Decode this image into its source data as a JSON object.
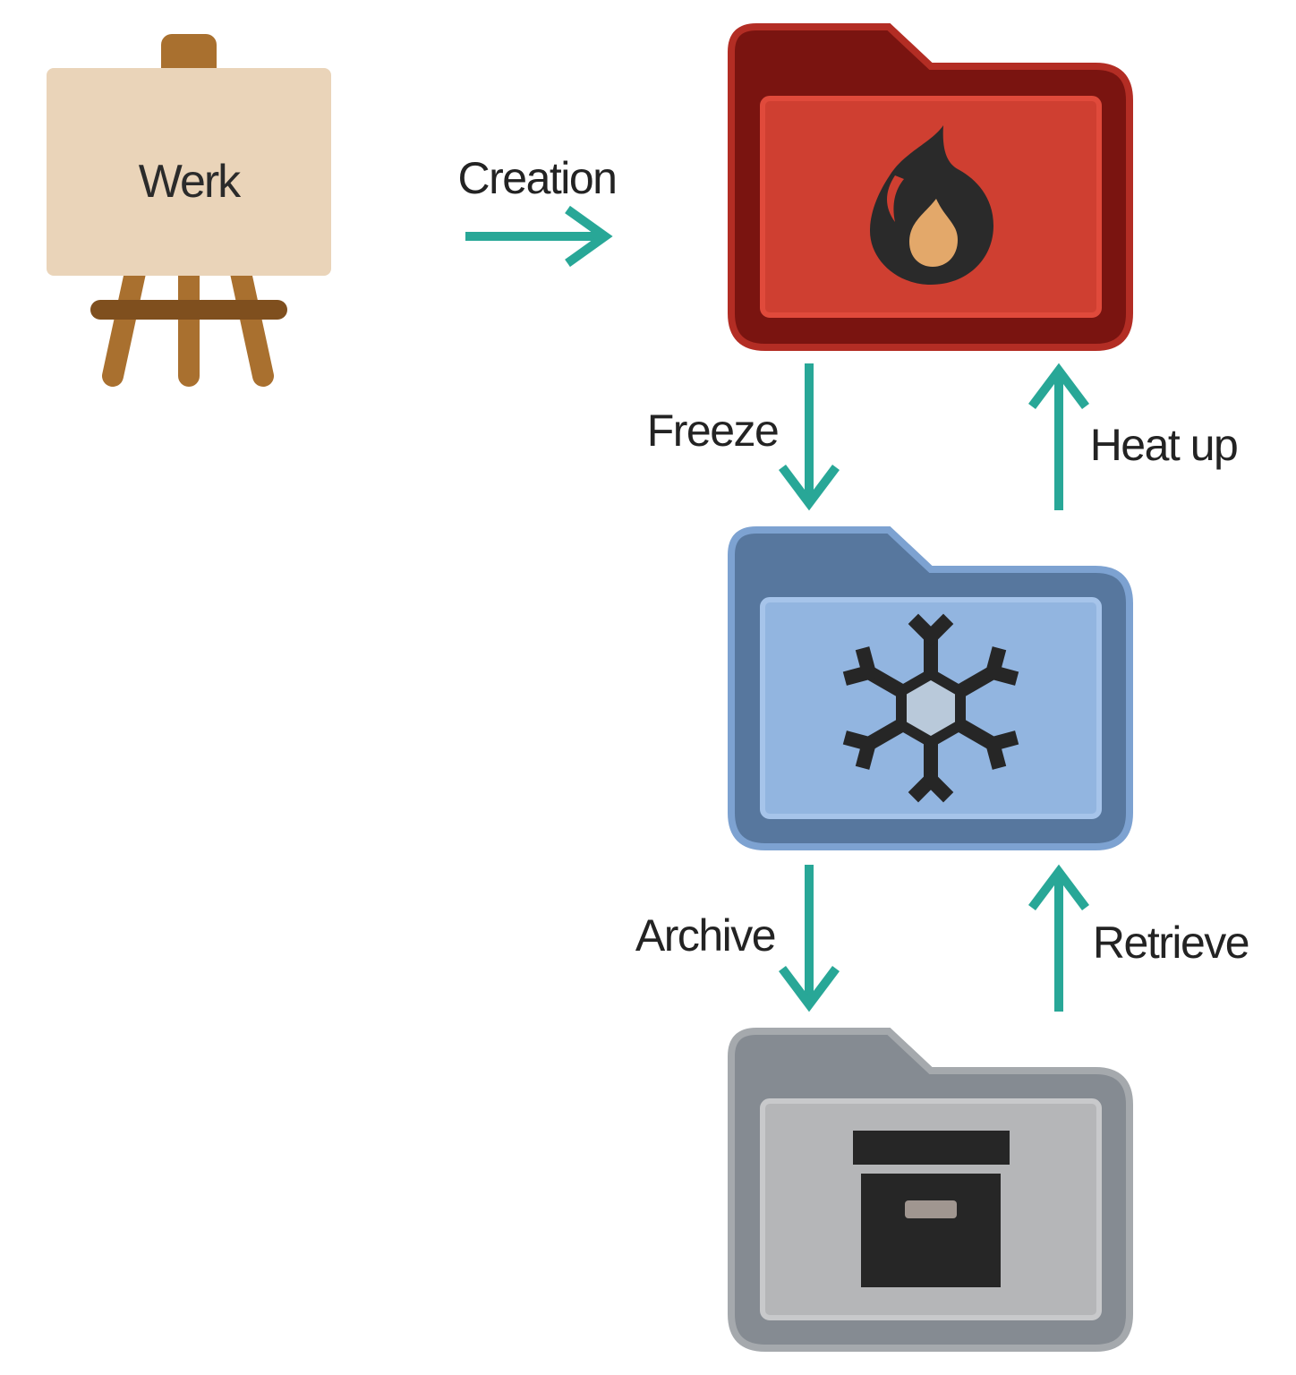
{
  "easel": {
    "label": "Werk",
    "icon": "easel-icon"
  },
  "folders": [
    {
      "name": "hot",
      "icon": "flame-icon",
      "outer": "#7a1410",
      "border": "#b32d24",
      "inner": "#cf3f31",
      "inner_border": "#e04a3b"
    },
    {
      "name": "frozen",
      "icon": "snowflake-icon",
      "outer": "#57779e",
      "border": "#7da2d1",
      "inner": "#92b5e0",
      "inner_border": "#a6c4ea"
    },
    {
      "name": "archive",
      "icon": "archive-box-icon",
      "outer": "#858b92",
      "border": "#a5a9ad",
      "inner": "#b5b6b8",
      "inner_border": "#c8c9cb"
    }
  ],
  "arrows": {
    "creation": "Creation",
    "freeze": "Freeze",
    "heat_up": "Heat up",
    "archive": "Archive",
    "retrieve": "Retrieve",
    "color": "#28a797"
  }
}
